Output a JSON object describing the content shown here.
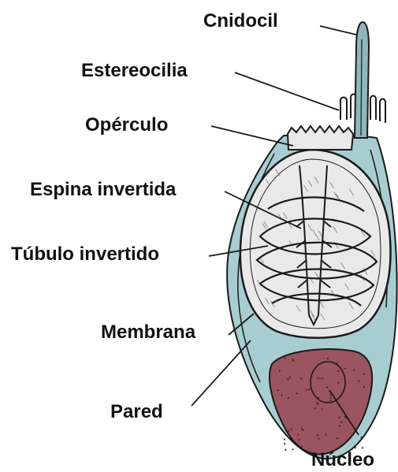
{
  "labels": {
    "cnidocil": "Cnidocil",
    "estereocilia": "Estereocilia",
    "operculo": "Opérculo",
    "espina": "Espina invertida",
    "tubulo": "Túbulo invertido",
    "membrana": "Membrana",
    "pared": "Pared",
    "nucleo": "Núcleo"
  },
  "colors": {
    "cell_body": "#a8cdd0",
    "capsule": "#e9e9e9",
    "nucleus": "#9a5560",
    "outline": "#1a1a1a",
    "cnidocil": "#8fb7bb"
  }
}
